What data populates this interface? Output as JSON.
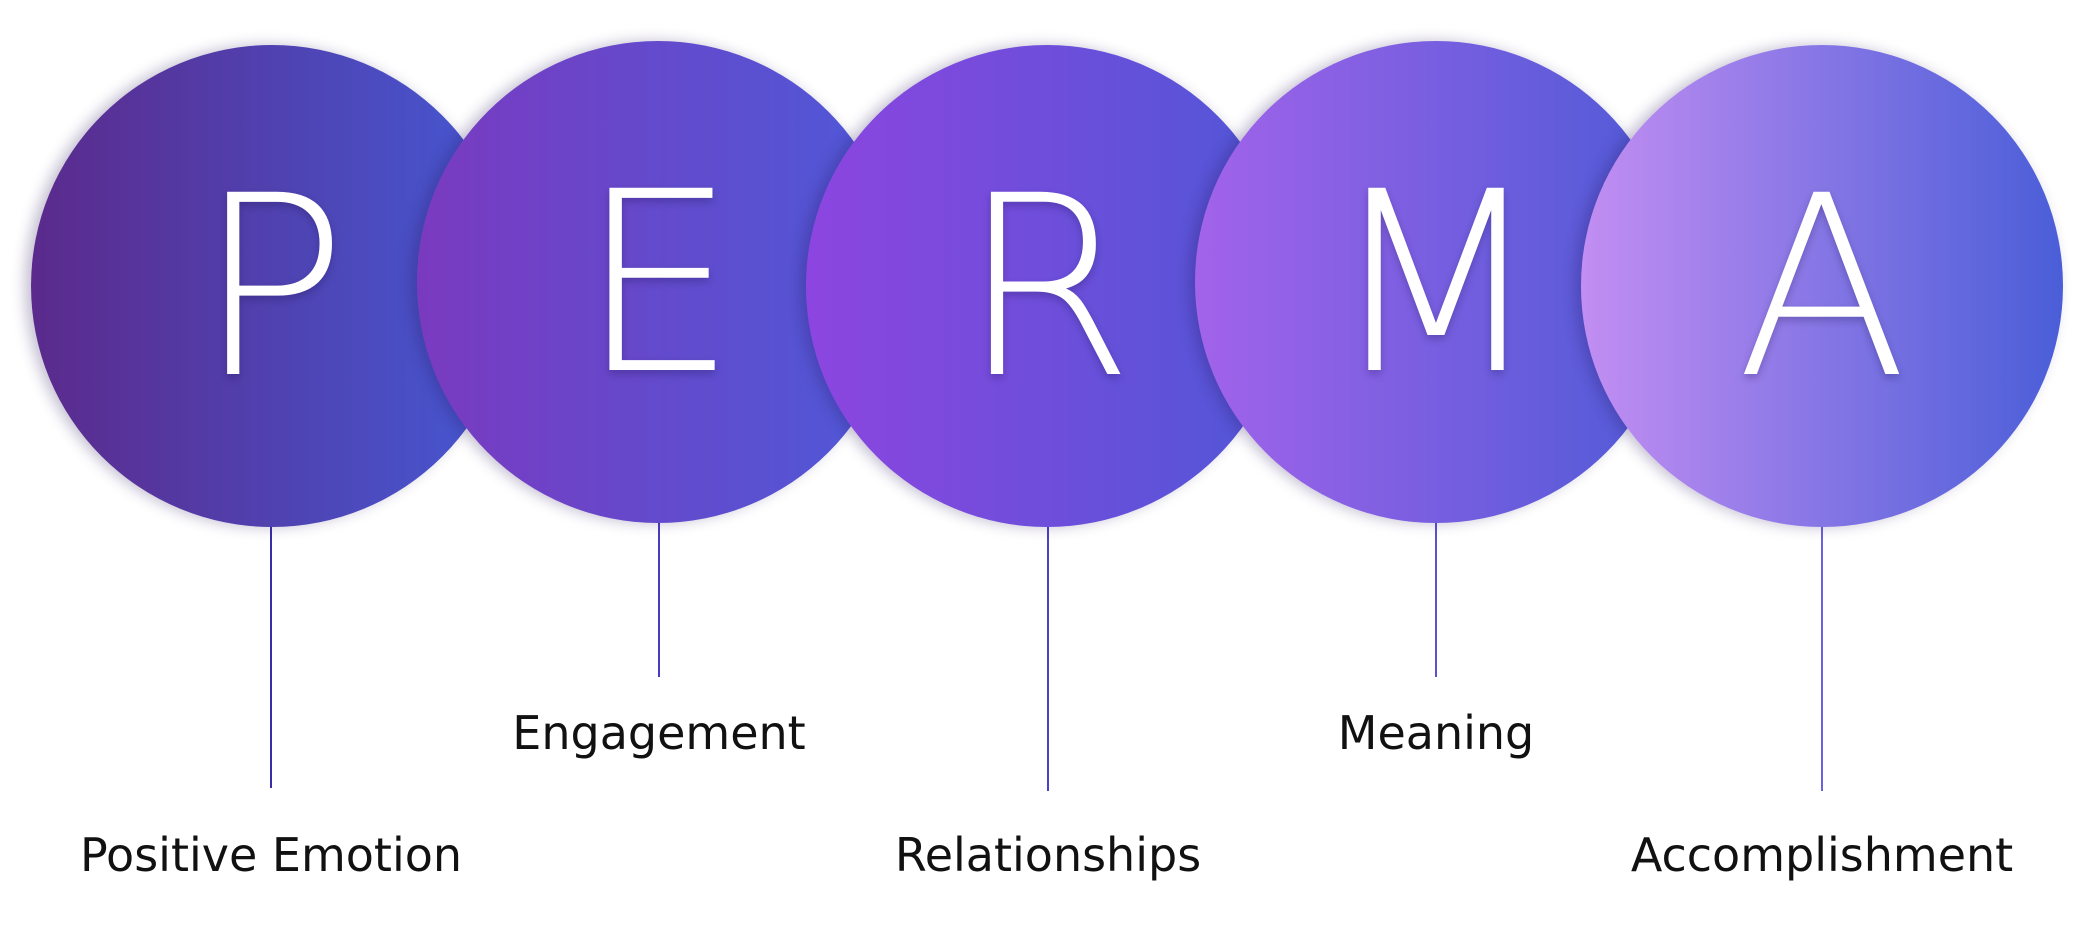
{
  "pillars": [
    {
      "letter": "P",
      "label": "Positive Emotion",
      "gradient": [
        "#5b2a8c",
        "#4559d4"
      ],
      "line_color": "#3a2da8"
    },
    {
      "letter": "E",
      "label": "Engagement",
      "gradient": [
        "#7a3ac0",
        "#4d5ad8"
      ],
      "line_color": "#4a3cc0"
    },
    {
      "letter": "R",
      "label": "Relationships",
      "gradient": [
        "#8d45e0",
        "#4f57d6"
      ],
      "line_color": "#4c40c8"
    },
    {
      "letter": "M",
      "label": "Meaning",
      "gradient": [
        "#a263ea",
        "#4d5ad6"
      ],
      "line_color": "#5a52d0"
    },
    {
      "letter": "A",
      "label": "Accomplishment",
      "gradient": [
        "#c28ef2",
        "#4a5ed8"
      ],
      "line_color": "#6a64dc"
    }
  ]
}
